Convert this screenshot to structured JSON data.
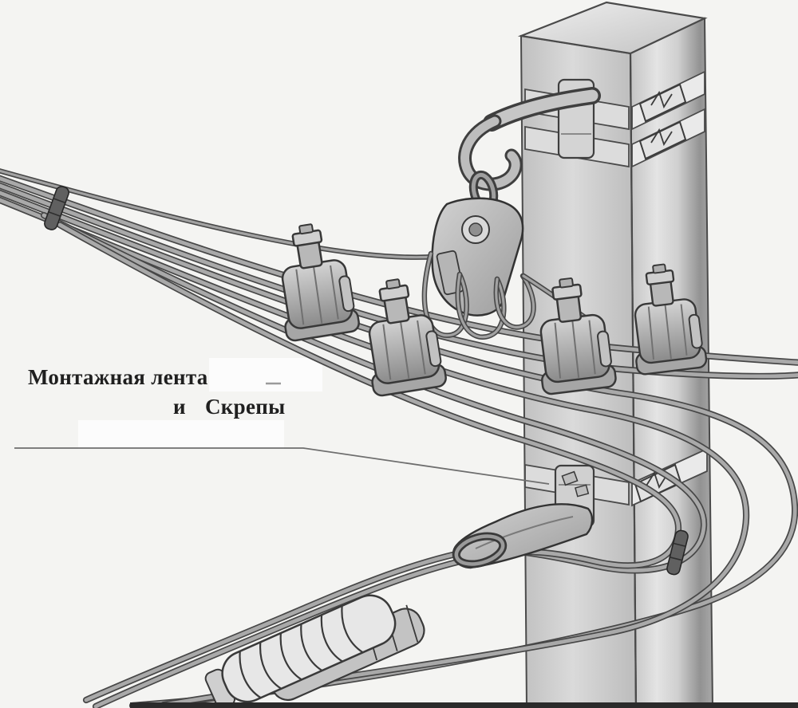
{
  "figure": {
    "type": "technical-illustration",
    "background_color": "#f4f4f2",
    "outline_color": "#474747",
    "wire_color": "#a9a9a9",
    "pole_color": "#c9c9c9",
    "text_color": "#1f1f1f",
    "bottom_border_color": "#2b2b2b"
  },
  "labels": {
    "mounting_tape": "Монтажная лента",
    "conjunction": "и",
    "clips": "Скрепы"
  },
  "components": {
    "pole": "square-concrete-pole",
    "upper_fixture": "hook-bracket-with-anchor-clamp",
    "lower_fixture": "bracket-with-anchor-clamp",
    "connectors": "insulation-piercing-connectors",
    "sleeve": "protective-ribbed-sleeve",
    "ties": "cable-ties",
    "tape": "mounting-tape-with-clips"
  }
}
